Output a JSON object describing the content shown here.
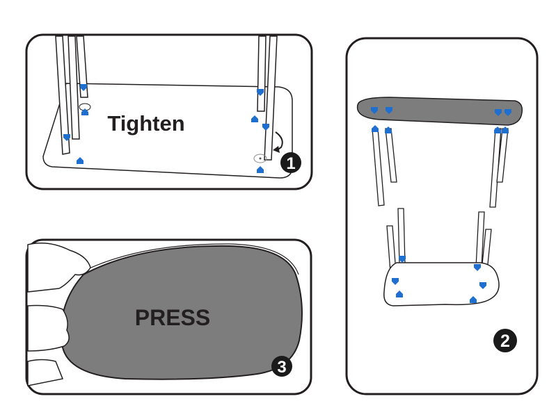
{
  "colors": {
    "outline": "#231f20",
    "marker": "#1e6fd0",
    "top_fill": "#7d7d7d",
    "badge": "#1a1a1a"
  },
  "panels": [
    {
      "step": "1",
      "label": "Tighten"
    },
    {
      "step": "2",
      "label": ""
    },
    {
      "step": "3",
      "label": "PRESS"
    }
  ]
}
